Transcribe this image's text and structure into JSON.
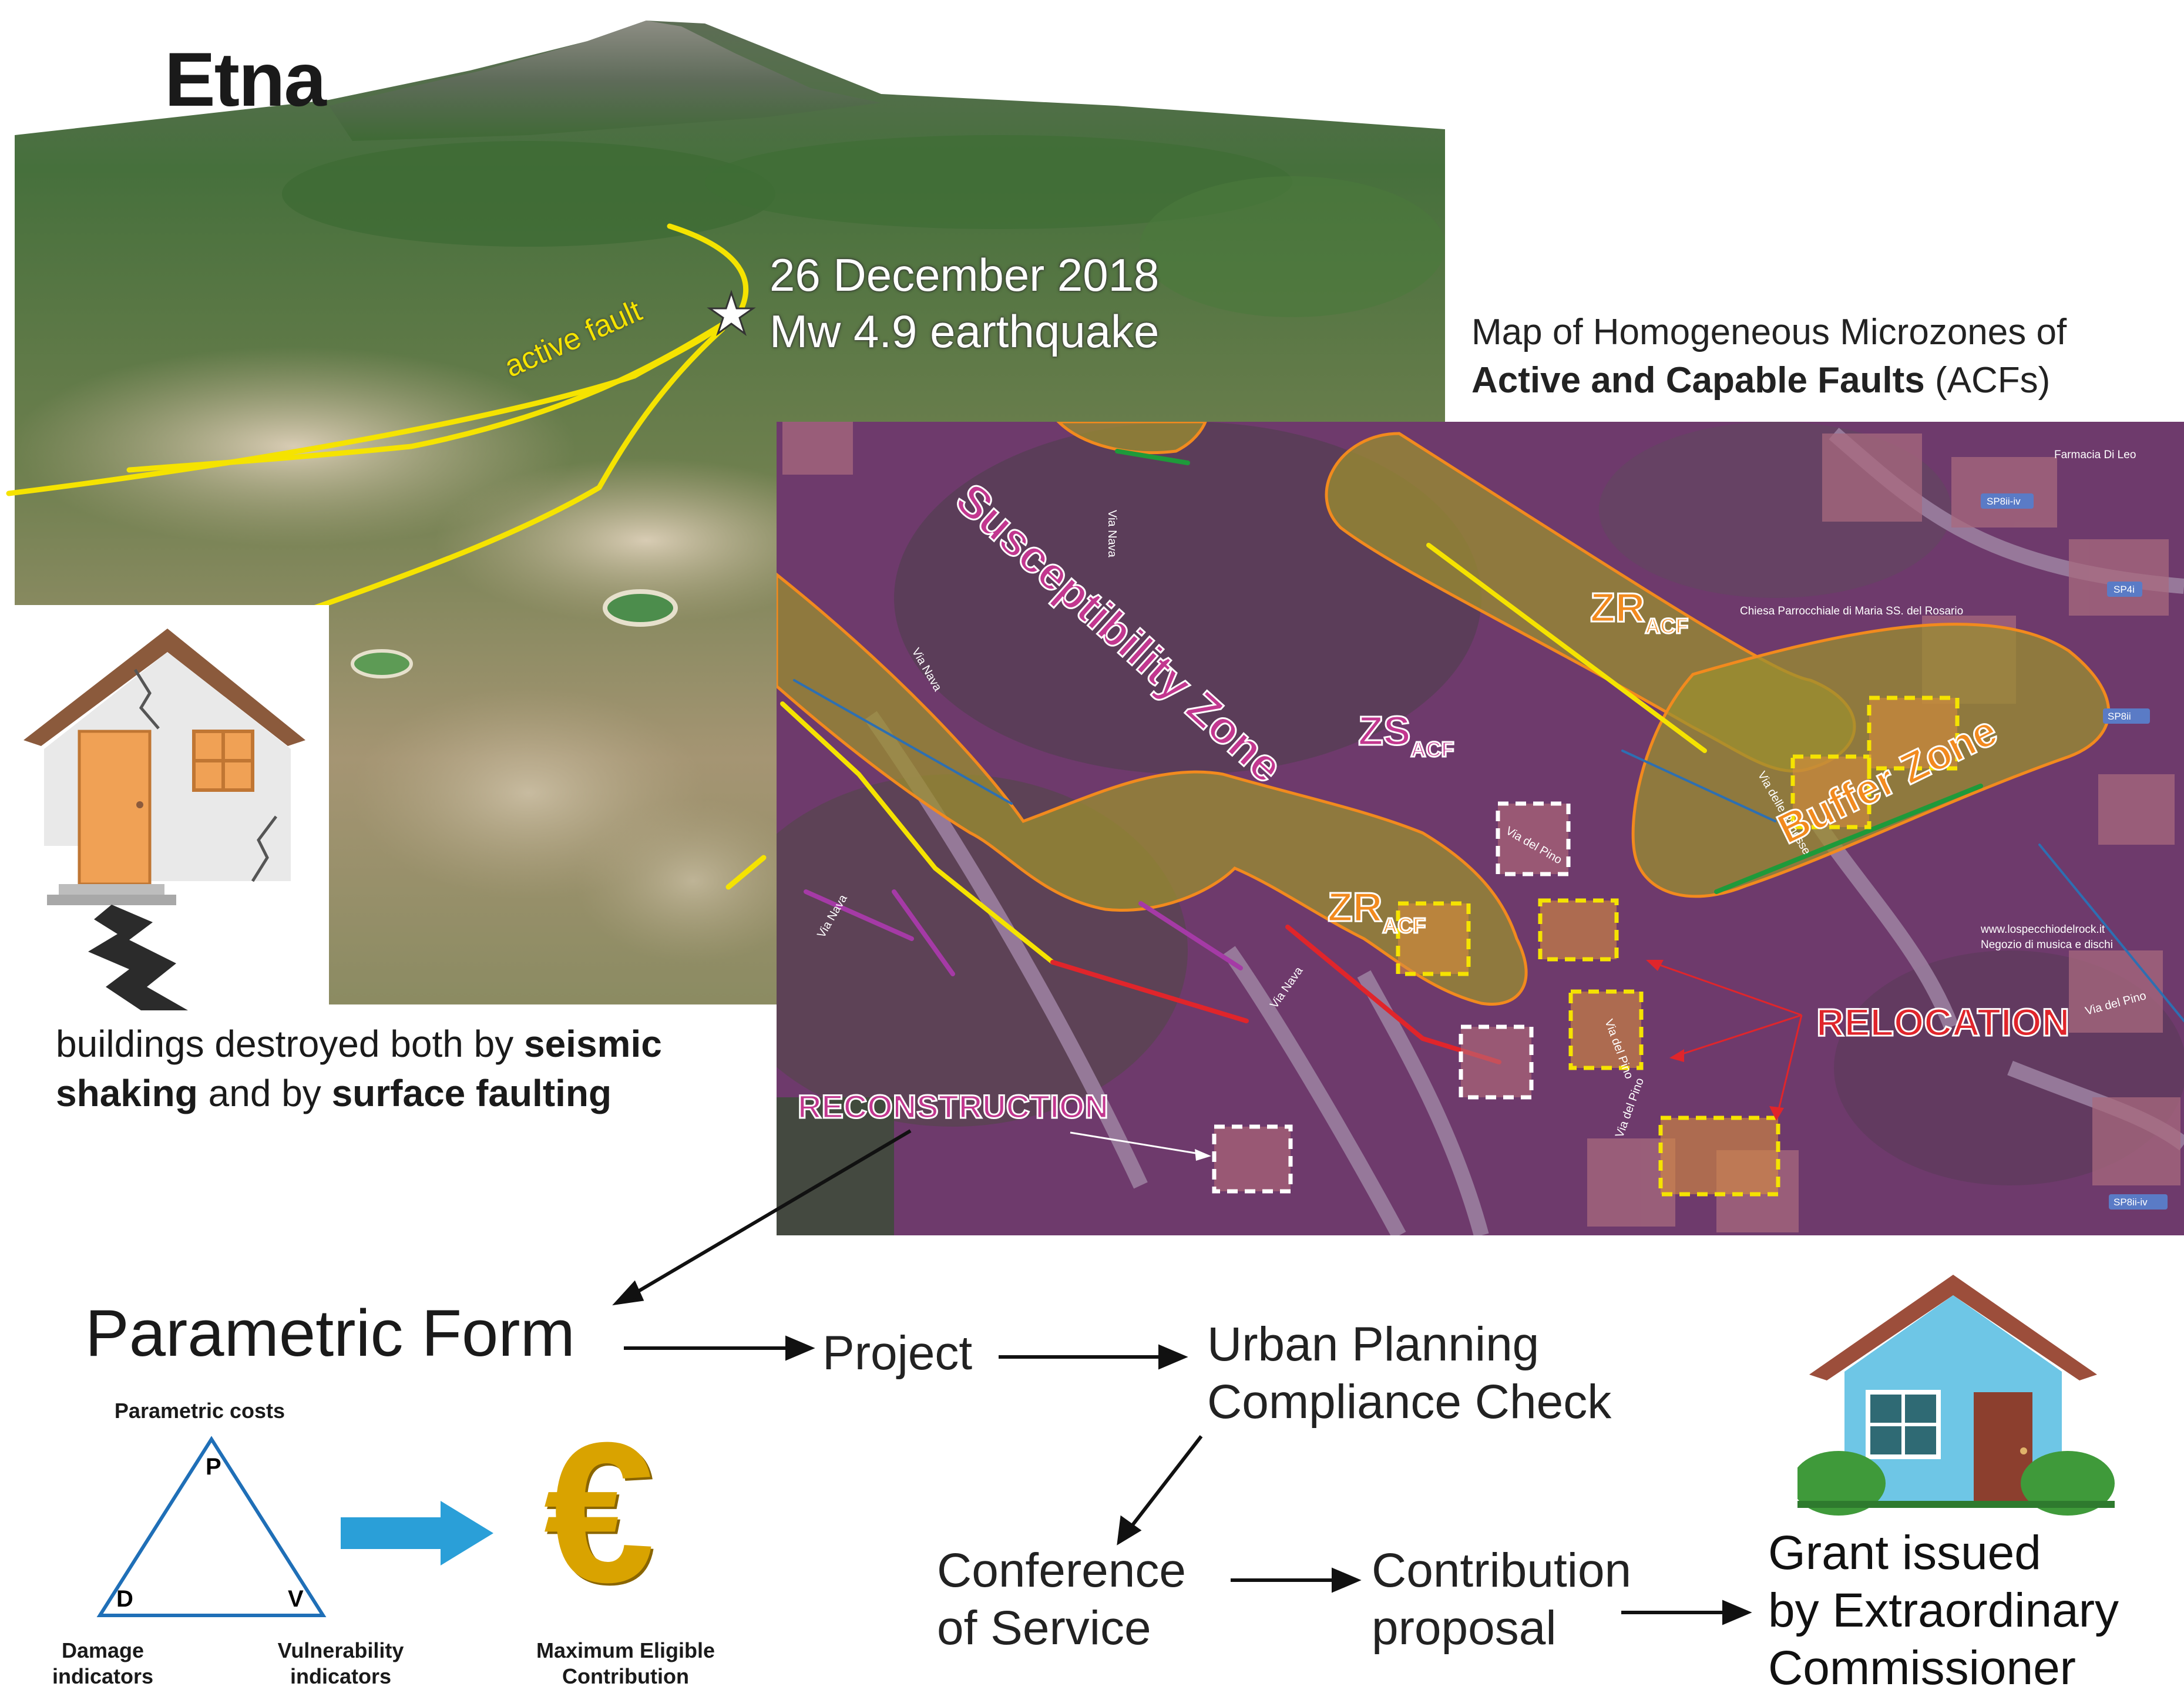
{
  "header": {
    "title": "Etna"
  },
  "earthquake": {
    "date": "26 December 2018",
    "magnitude": "Mw 4.9 earthquake",
    "fault_label": "active fault"
  },
  "map_title": {
    "line1": "Map of Homogeneous Microzones of",
    "line2_bold": "Active and Capable Faults",
    "line2_rest": " (ACFs)"
  },
  "map": {
    "susceptibility_zone": "Susceptibility Zone",
    "zs_main": "ZS",
    "zs_sub": "ACF",
    "zr_main": "ZR",
    "zr_sub": "ACF",
    "buffer_zone": "Buffer Zone",
    "relocation": "RELOCATION",
    "reconstruction": "RECONSTRUCTION",
    "streets": [
      "Via Nava",
      "Via Nava",
      "Via Nava",
      "Via Nava",
      "Via del Pino",
      "Via del Pino",
      "Via del Pino",
      "Via delle Rimesse",
      "Via del Pino"
    ],
    "pois": [
      "Farmacia Di Leo",
      "Chiesa Parrocchiale di Maria SS. del Rosario",
      "www.lospecchiodelrock.it",
      "Negozio di musica e dischi"
    ],
    "road_badges": [
      "SP8ii-iv",
      "SP4i",
      "SP8ii",
      "SP8ii-iv"
    ]
  },
  "caption": {
    "part1": "buildings destroyed both by ",
    "bold1": "seismic shaking",
    "part2": " and by ",
    "bold2": "surface faulting"
  },
  "workflow": {
    "parametric_form": "Parametric Form",
    "project": "Project",
    "urban_line1": "Urban Planning",
    "urban_line2": "Compliance Check",
    "conference_line1": "Conference",
    "conference_line2": "of Service",
    "contribution_line1": "Contribution",
    "contribution_line2": "proposal",
    "grant_line1": "Grant issued",
    "grant_line2": "by Extraordinary",
    "grant_line3": "Commissioner"
  },
  "triangle": {
    "top_label": "Parametric costs",
    "p": "P",
    "d": "D",
    "v": "V",
    "damage_line1": "Damage",
    "damage_line2": "indicators",
    "vuln_line1": "Vulnerability",
    "vuln_line2": "indicators",
    "max_line1": "Maximum Eligible",
    "max_line2": "Contribution",
    "euro_symbol": "€"
  },
  "colors": {
    "fault_yellow": "#f5e300",
    "zone_purple": "#8a2f86",
    "zone_orange": "#f28a1e",
    "relocation_red": "#e0252b",
    "reconstruction_pink": "#c2378f",
    "arrow_blue": "#2a9fd8",
    "triangle_blue": "#1f6fb7",
    "euro_gold": "#d9a300"
  }
}
